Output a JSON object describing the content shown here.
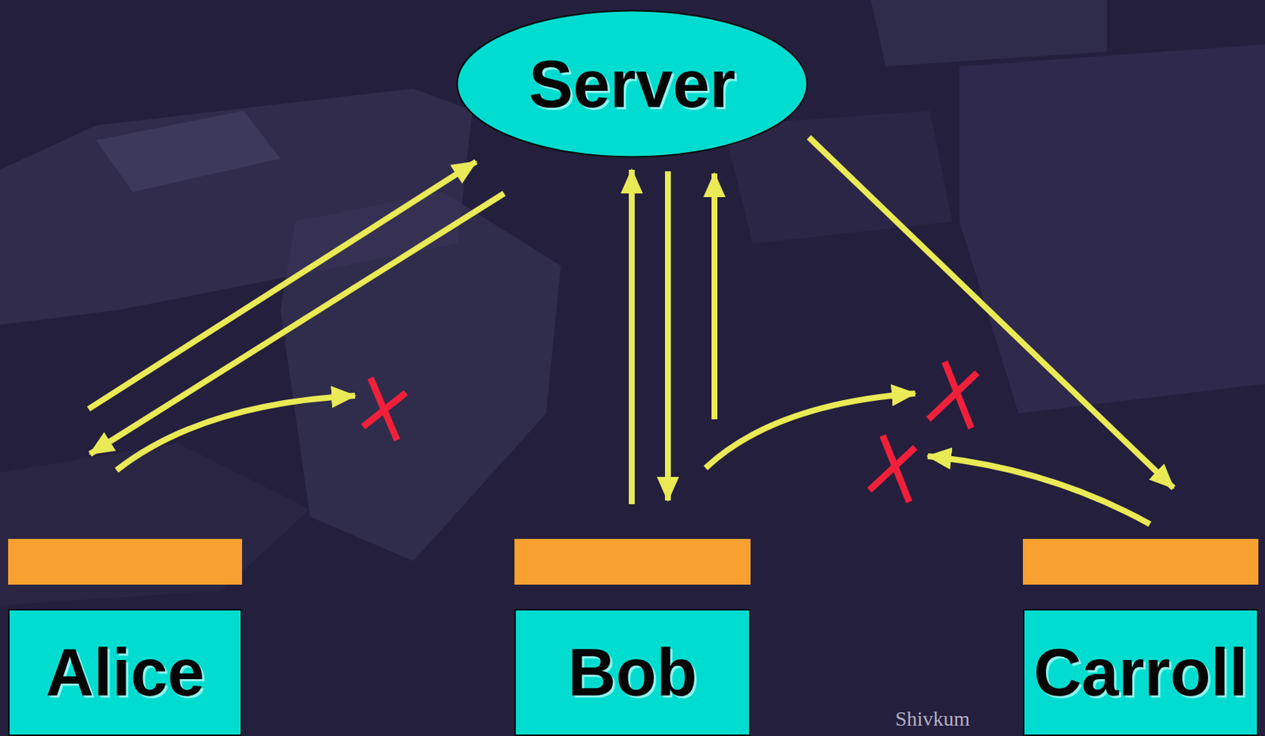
{
  "diagram": {
    "nodes": [
      {
        "text": [
          "Server"
        ]
      },
      {
        "text": [
          "Alice"
        ]
      },
      {
        "text": [
          "Bob"
        ]
      },
      {
        "text": [
          "Carroll"
        ]
      }
    ],
    "edges": [
      {
        "from": 1,
        "to": 0,
        "arrow": "to"
      },
      {
        "from": 0,
        "to": 1,
        "arrow": "to"
      },
      {
        "from": 2,
        "to": 0,
        "arrow": "to"
      },
      {
        "from": 0,
        "to": 2,
        "arrow": "to"
      },
      {
        "from": 2,
        "to": 0,
        "arrow": "to"
      },
      {
        "from": 0,
        "to": 3,
        "arrow": "to"
      }
    ],
    "labels": [
      "Shivkum"
    ]
  }
}
